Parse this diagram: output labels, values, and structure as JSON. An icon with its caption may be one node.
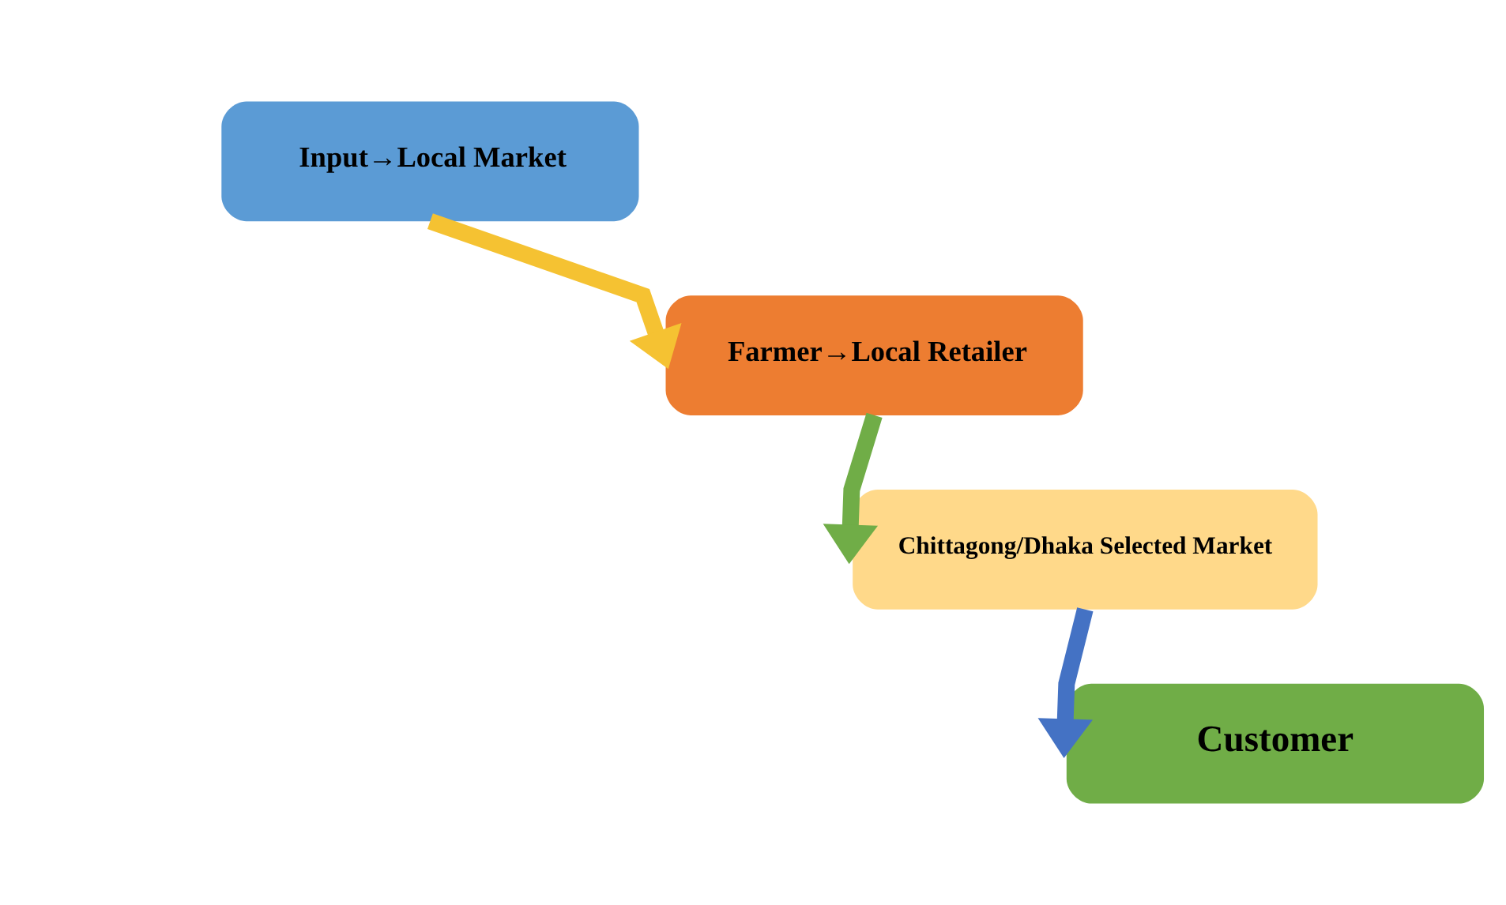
{
  "diagram": {
    "nodes": [
      {
        "text": [
          "Input→Local Market"
        ]
      },
      {
        "text": [
          "Farmer→Local Retailer"
        ]
      },
      {
        "text": [
          "Chittagong/Dhaka Selected Market"
        ]
      },
      {
        "text": [
          "Customer"
        ]
      }
    ],
    "edges": [
      {
        "from": 0,
        "to": 1,
        "arrow": "to",
        "color": "#f5c232"
      },
      {
        "from": 1,
        "to": 2,
        "arrow": "to",
        "color": "#70ad47"
      },
      {
        "from": 2,
        "to": 3,
        "arrow": "to",
        "color": "#4472c4"
      }
    ]
  }
}
